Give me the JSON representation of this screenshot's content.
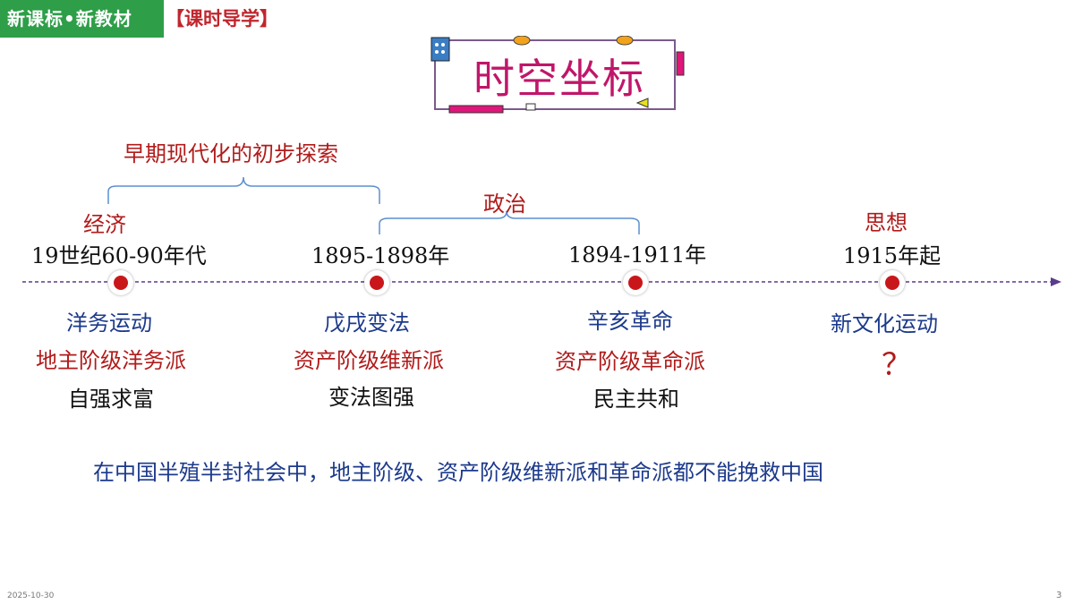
{
  "header": {
    "badge_main": "新课标•新教材",
    "badge_section": "【课时导学】"
  },
  "title": "时空坐标",
  "groups": {
    "modernization": "早期现代化的初步探索",
    "politics": "政治"
  },
  "events": [
    {
      "category": "经济",
      "period": "19世纪60-90年代",
      "name": "洋务运动",
      "class": "地主阶级洋务派",
      "goal": "自强求富"
    },
    {
      "category": "",
      "period": "1895-1898年",
      "name": "戊戌变法",
      "class": "资产阶级维新派",
      "goal": "变法图强"
    },
    {
      "category": "",
      "period": "1894-1911年",
      "name": "辛亥革命",
      "class": "资产阶级革命派",
      "goal": "民主共和"
    },
    {
      "category": "思想",
      "period": "1915年起",
      "name": "新文化运动",
      "class": "？",
      "goal": ""
    }
  ],
  "conclusion": "在中国半殖半封社会中，地主阶级、资产阶级维新派和革命派都不能挽救中国",
  "footer": {
    "date": "2025-10-30",
    "page": "3"
  },
  "colors": {
    "accent_red": "#b11b1b",
    "accent_blue": "#1c3a8c",
    "title_magenta": "#c0166a",
    "badge_green": "#2e9e48"
  }
}
